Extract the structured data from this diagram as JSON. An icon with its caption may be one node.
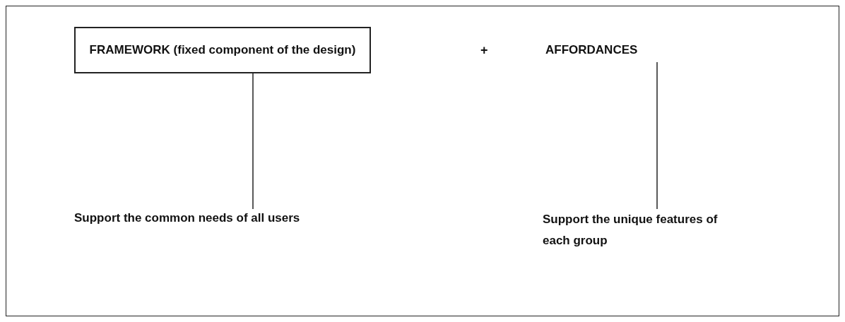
{
  "diagram": {
    "nodes": [
      {
        "text": [
          "FRAMEWORK (fixed component of the design)"
        ]
      },
      {
        "text": [
          "AFFORDANCES"
        ]
      },
      {
        "text": [
          "Support the common needs of all users"
        ]
      },
      {
        "text": [
          "Support the unique features of each group"
        ]
      }
    ],
    "edges": [
      {
        "from": 0,
        "to": 2,
        "arrow": "none"
      },
      {
        "from": 1,
        "to": 3,
        "arrow": "none"
      }
    ],
    "labels": [
      "+"
    ]
  }
}
